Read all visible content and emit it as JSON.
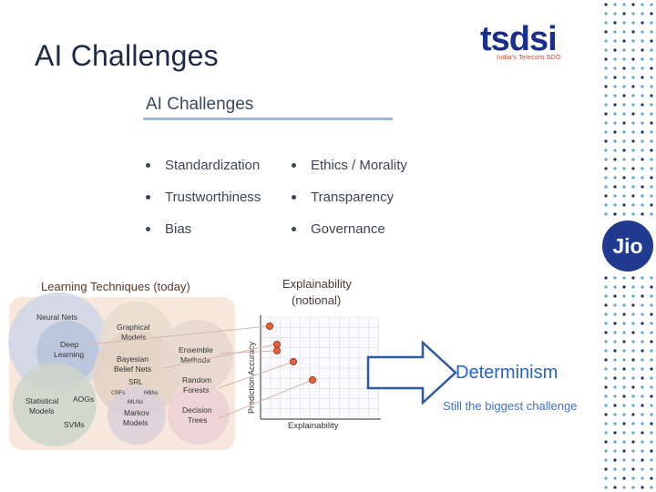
{
  "slide": {
    "title": "AI Challenges",
    "logos": {
      "tsdsi_text": "tsdsi",
      "tsdsi_sub": "India's Telecom SDO",
      "jio_text": "Jio"
    }
  },
  "inner_slide": {
    "title": "AI Challenges",
    "bullets_left": [
      "Standardization",
      "Trustworthiness",
      "Bias"
    ],
    "bullets_right": [
      "Ethics / Morality",
      "Transparency",
      "Governance"
    ]
  },
  "techniques": {
    "title": "Learning Techniques (today)",
    "labels": {
      "neural_nets": "Neural Nets",
      "deep_learning_1": "Deep",
      "deep_learning_2": "Learning",
      "graphical_1": "Graphical",
      "graphical_2": "Models",
      "bayesian_1": "Bayesian",
      "bayesian_2": "Belief Nets",
      "srl": "SRL",
      "crfs": "CRFs",
      "hbn": "HBNs",
      "mlns": "MLNs",
      "aogs": "AOGs",
      "ensemble_1": "Ensemble",
      "ensemble_2": "Methods",
      "random_1": "Random",
      "random_2": "Forests",
      "decision_1": "Decision",
      "decision_2": "Trees",
      "statistical_1": "Statistical",
      "statistical_2": "Models",
      "svms": "SVMs",
      "markov_1": "Markov",
      "markov_2": "Models"
    }
  },
  "explainability_chart": {
    "title_line1": "Explainability",
    "title_line2": "(notional)",
    "ylabel": "Prediction Accuracy",
    "xlabel": "Explainability"
  },
  "callout": {
    "main": "Determinism",
    "sub": "Still the biggest challenge"
  },
  "colors": {
    "title": "#1e2a4a",
    "accent_blue": "#2a63c7",
    "arrow_stroke": "#2d5aa6",
    "dot_dark": "#1f2f6b",
    "dot_light": "#56a7d8",
    "point_orange": "#e8603c"
  }
}
